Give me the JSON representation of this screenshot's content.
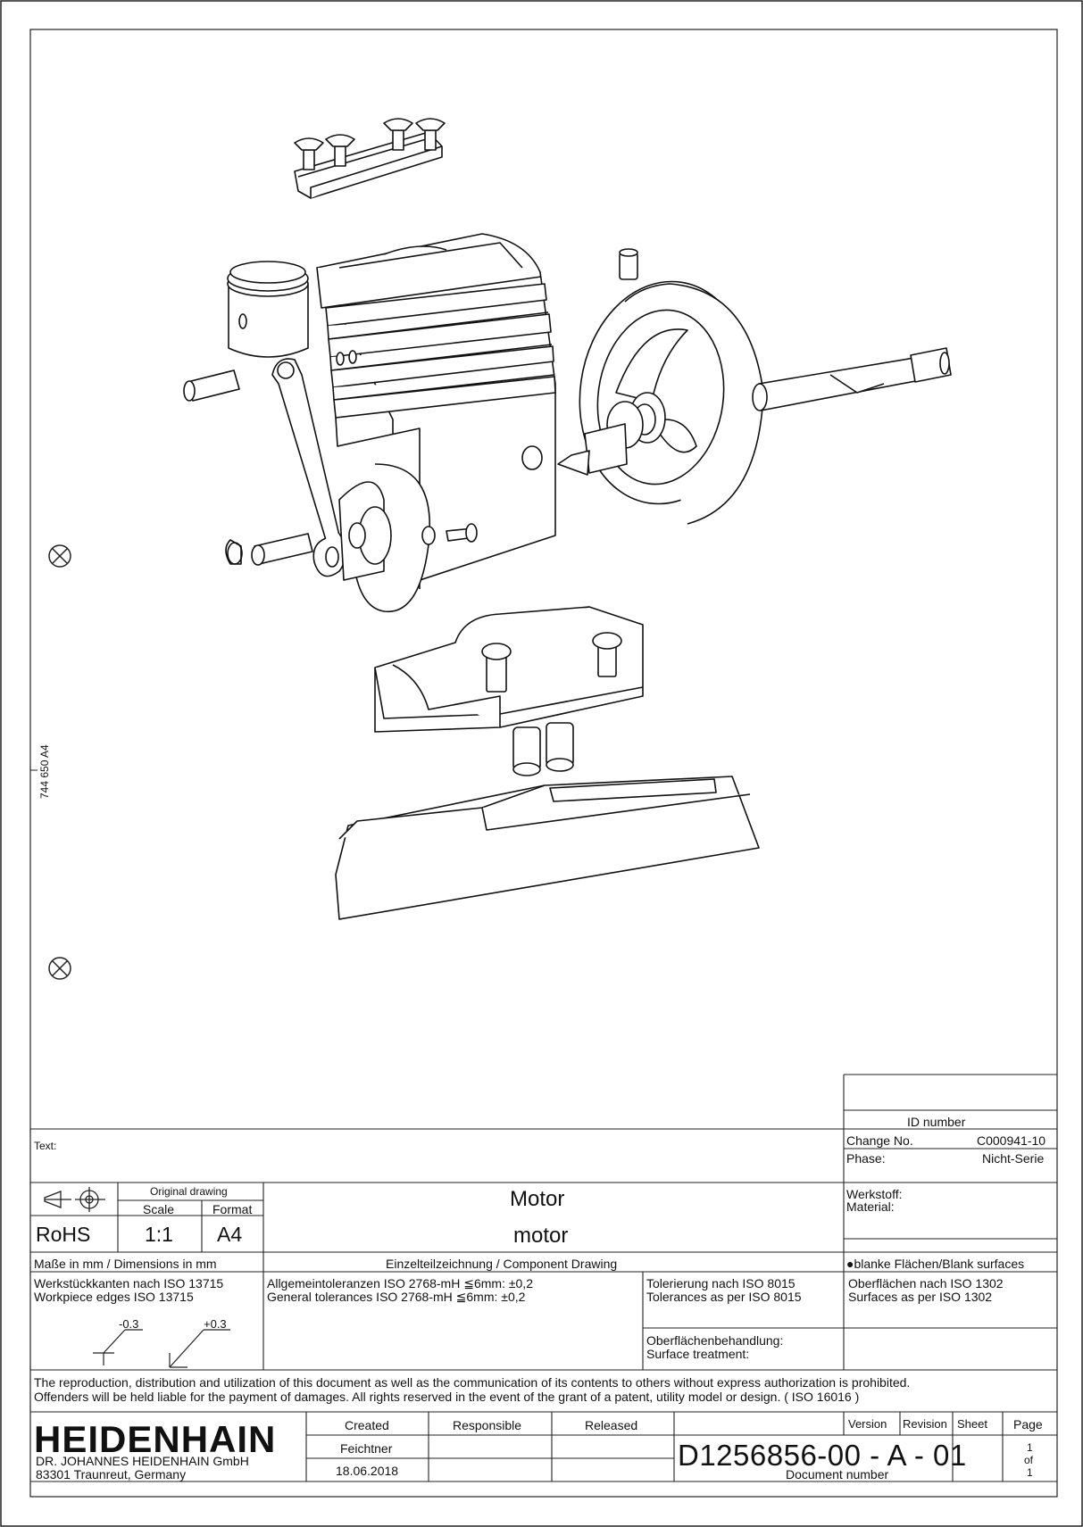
{
  "side_label": "744 650 A4",
  "text_label": "Text:",
  "id_number_label": "ID number",
  "change_no_label": "Change No.",
  "change_no_value": "C000941-10",
  "phase_label": "Phase:",
  "phase_value": "Nicht-Serie",
  "original_drawing_label": "Original drawing",
  "scale_label": "Scale",
  "format_label": "Format",
  "rohs": "RoHS",
  "scale_value": "1:1",
  "format_value": "A4",
  "title_de": "Motor",
  "title_en": "motor",
  "werkstoff_label": "Werkstoff:",
  "material_label": "Material:",
  "dimensions_label": "Maße in mm / Dimensions in mm",
  "drawing_type": "Einzelteilzeichnung   /   Component Drawing",
  "blank_surfaces": "●blanke Flächen/Blank surfaces",
  "edges_de": "Werkstückkanten nach ISO 13715",
  "edges_en": "Workpiece edges ISO 13715",
  "edge_minus": "-0.3",
  "edge_plus": "+0.3",
  "tol_general_de": "Allgemeintoleranzen ISO 2768-mH   ≦6mm: ±0,2",
  "tol_general_en": "General tolerances ISO 2768-mH    ≦6mm: ±0,2",
  "tol_iso8015_de": "Tolerierung nach ISO 8015",
  "tol_iso8015_en": "Tolerances as per ISO 8015",
  "surf_de": "Oberflächen nach ISO 1302",
  "surf_en": "Surfaces as per ISO 1302",
  "surf_treat_de": "Oberflächenbehandlung:",
  "surf_treat_en": "Surface treatment:",
  "legal_1": "The reproduction, distribution and utilization of this document as well as the communication of its contents to others without express authorization is prohibited.",
  "legal_2": "Offenders will be held liable for the payment of damages. All rights reserved in the event of the grant of a patent, utility model or design. ( ISO 16016 )",
  "logo": "HEIDENHAIN",
  "company": "DR. JOHANNES HEIDENHAIN GmbH",
  "address": "83301 Traunreut, Germany",
  "created_label": "Created",
  "responsible_label": "Responsible",
  "released_label": "Released",
  "created_by": "Feichtner",
  "created_date": "18.06.2018",
  "version_label": "Version",
  "revision_label": "Revision",
  "sheet_label": "Sheet",
  "page_label": "Page",
  "doc_number": "D1256856-00 - A - 01",
  "doc_number_label": "Document number",
  "page_num": "1",
  "page_of": "of",
  "page_total": "1"
}
